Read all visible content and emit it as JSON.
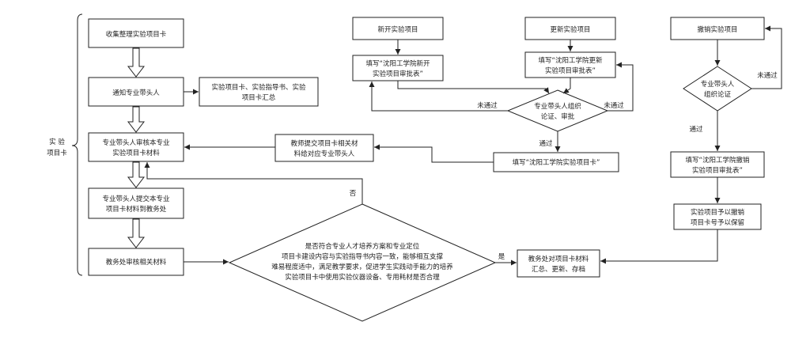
{
  "side_label": {
    "line1": "实 验",
    "line2": "项目卡"
  },
  "nodes": {
    "collect": "收集整理实验项目卡",
    "notify": "通知专业带头人",
    "summary": {
      "line1": "实验项目卡、实验指导书、实验",
      "line2": "项目卡汇总"
    },
    "review": {
      "line1": "专业带头人审核本专业",
      "line2": "实验项目卡材料"
    },
    "submit": {
      "line1": "专业带头人提交本专业",
      "line2": "项目卡材料到教务处"
    },
    "office_review": "教务处审核相关材料",
    "teacher_submit": {
      "line1": "教师提交项目卡相关材",
      "line2": "料给对应专业带头人"
    },
    "new_project": "新开实验项目",
    "update_project": "更新实验项目",
    "cancel_project": "撤销实验项目",
    "fill_new": {
      "line1": "填写“沈阳工学院新开",
      "line2": "实验项目审批表”"
    },
    "fill_update": {
      "line1": "填写“沈阳工学院更新",
      "line2": "实验项目审批表”"
    },
    "fill_cancel": {
      "line1": "填写“沈阳工学院撤销",
      "line2": "实验项目审批表”"
    },
    "fill_card": "填写“沈阳工学院实验项目卡”",
    "keep": {
      "line1": "实验项目予以撤销",
      "line2": "项目卡号予以保留"
    },
    "archive": {
      "line1": "教务处对项目卡材料",
      "line2": "汇总、更新、存档"
    }
  },
  "decisions": {
    "leader_review": {
      "line1": "专业带头人组织",
      "line2": "论证、审批"
    },
    "cancel_review": {
      "line1": "专业带头人",
      "line2": "组织论证"
    },
    "main_check": {
      "line1": "是否符合专业人才培养方案和专业定位",
      "line2": "项目卡建设内容与实验指导书内容一致，能够相互支撑",
      "line3": "难易程度适中，满足教学要求，促进学生实践动手能力的培养",
      "line4": "实验项目卡中使用实验仪器设备、专用耗材是否合理"
    }
  },
  "edge_labels": {
    "fail_left": "未通过",
    "fail_right": "未通过",
    "pass_mid": "通过",
    "fail_cancel": "未通过",
    "pass_cancel": "通过",
    "no": "否",
    "yes": "是"
  }
}
